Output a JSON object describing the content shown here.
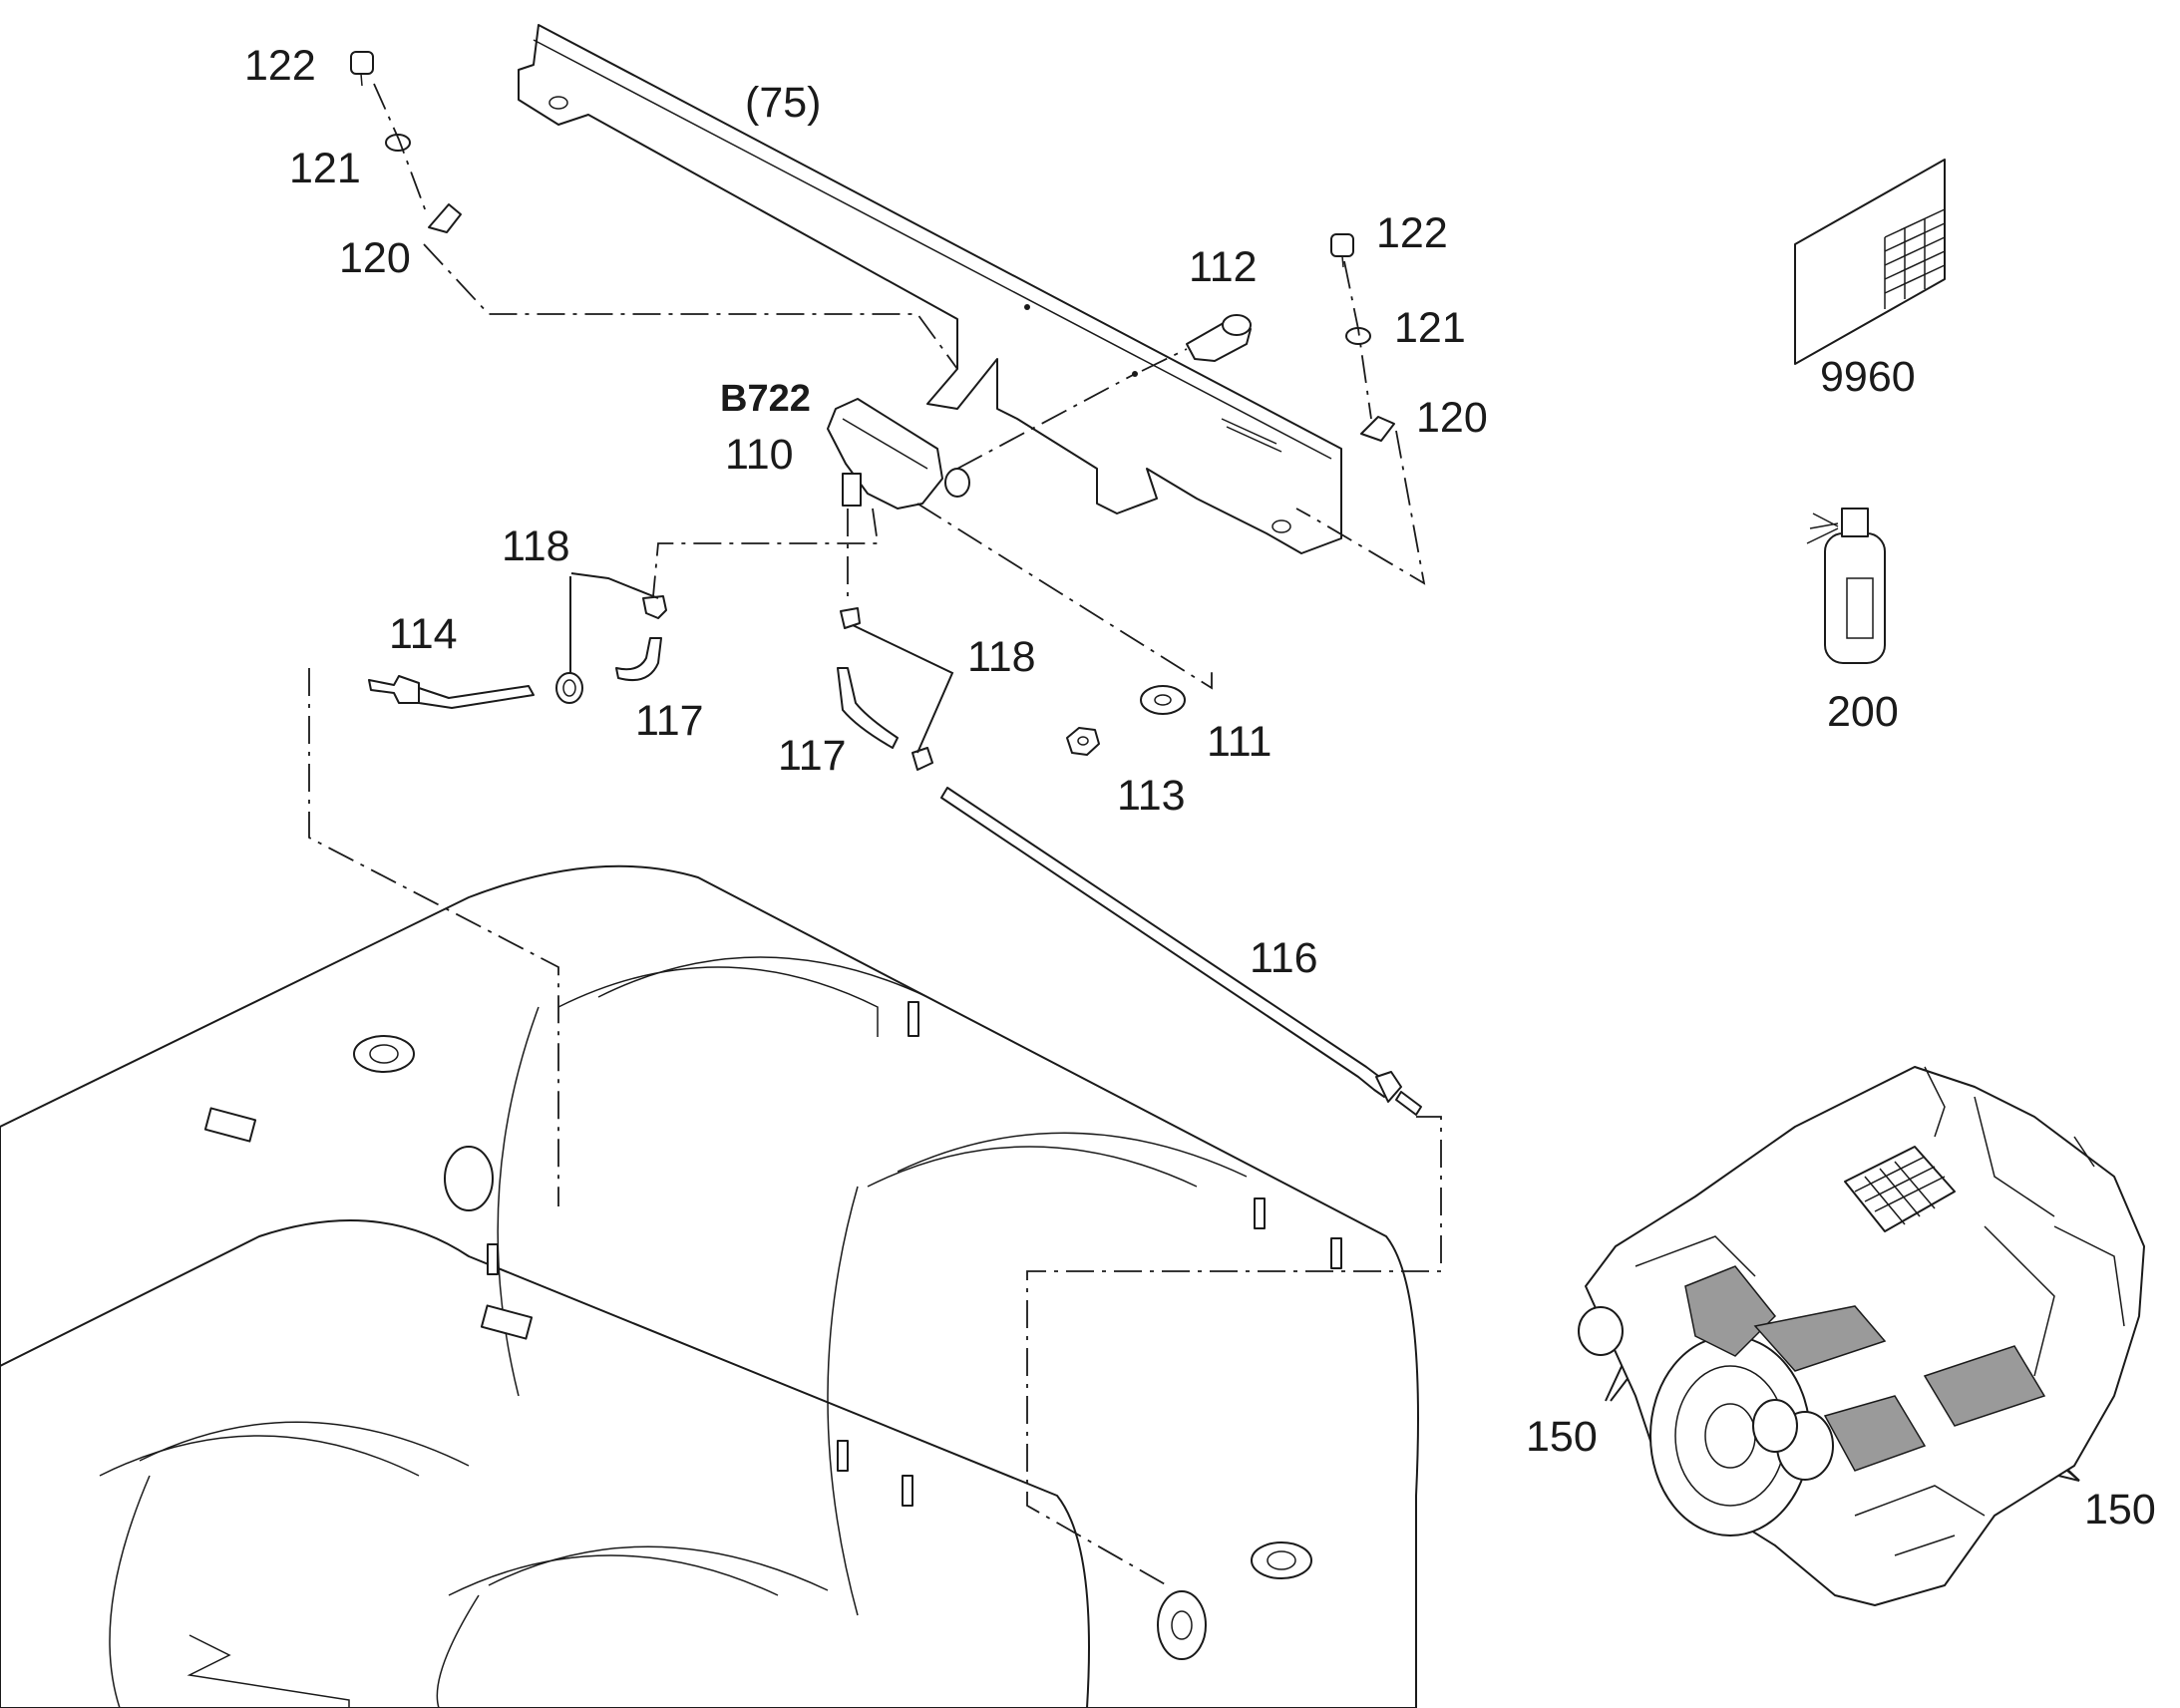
{
  "diagram": {
    "callouts": {
      "c122_left": "122",
      "c121_left": "121",
      "c120_left": "120",
      "c75": "(75)",
      "c112": "112",
      "c122_right": "122",
      "c121_right": "121",
      "c120_right": "120",
      "cB722": "B722",
      "c110": "110",
      "c118_left": "118",
      "c114": "114",
      "c117_left": "117",
      "c118_right": "118",
      "c117_right": "117",
      "c111": "111",
      "c113": "113",
      "c116": "116",
      "c9960": "9960",
      "c200": "200",
      "c150_left": "150",
      "c150_right": "150"
    }
  }
}
